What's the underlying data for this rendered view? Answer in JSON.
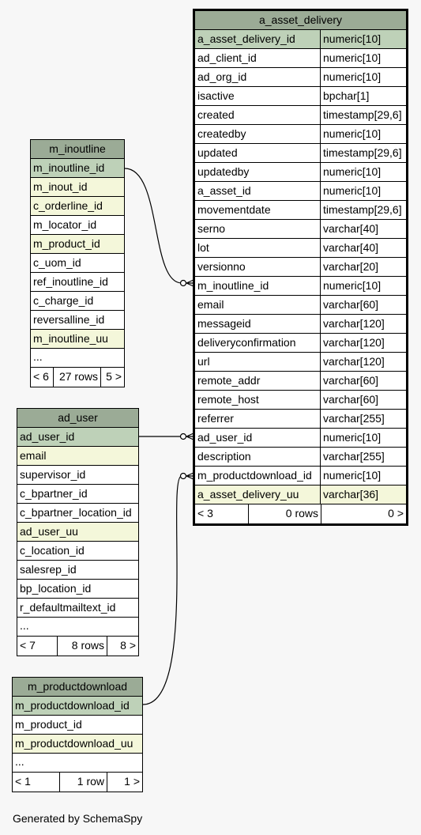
{
  "tables": {
    "a_asset_delivery": {
      "title": "a_asset_delivery",
      "columns": [
        {
          "name": "a_asset_delivery_id",
          "type": "numeric[10]",
          "kind": "pk"
        },
        {
          "name": "ad_client_id",
          "type": "numeric[10]",
          "kind": ""
        },
        {
          "name": "ad_org_id",
          "type": "numeric[10]",
          "kind": ""
        },
        {
          "name": "isactive",
          "type": "bpchar[1]",
          "kind": ""
        },
        {
          "name": "created",
          "type": "timestamp[29,6]",
          "kind": ""
        },
        {
          "name": "createdby",
          "type": "numeric[10]",
          "kind": ""
        },
        {
          "name": "updated",
          "type": "timestamp[29,6]",
          "kind": ""
        },
        {
          "name": "updatedby",
          "type": "numeric[10]",
          "kind": ""
        },
        {
          "name": "a_asset_id",
          "type": "numeric[10]",
          "kind": ""
        },
        {
          "name": "movementdate",
          "type": "timestamp[29,6]",
          "kind": ""
        },
        {
          "name": "serno",
          "type": "varchar[40]",
          "kind": ""
        },
        {
          "name": "lot",
          "type": "varchar[40]",
          "kind": ""
        },
        {
          "name": "versionno",
          "type": "varchar[20]",
          "kind": ""
        },
        {
          "name": "m_inoutline_id",
          "type": "numeric[10]",
          "kind": ""
        },
        {
          "name": "email",
          "type": "varchar[60]",
          "kind": ""
        },
        {
          "name": "messageid",
          "type": "varchar[120]",
          "kind": ""
        },
        {
          "name": "deliveryconfirmation",
          "type": "varchar[120]",
          "kind": ""
        },
        {
          "name": "url",
          "type": "varchar[120]",
          "kind": ""
        },
        {
          "name": "remote_addr",
          "type": "varchar[60]",
          "kind": ""
        },
        {
          "name": "remote_host",
          "type": "varchar[60]",
          "kind": ""
        },
        {
          "name": "referrer",
          "type": "varchar[255]",
          "kind": ""
        },
        {
          "name": "ad_user_id",
          "type": "numeric[10]",
          "kind": ""
        },
        {
          "name": "description",
          "type": "varchar[255]",
          "kind": ""
        },
        {
          "name": "m_productdownload_id",
          "type": "numeric[10]",
          "kind": ""
        },
        {
          "name": "a_asset_delivery_uu",
          "type": "varchar[36]",
          "kind": "idx"
        }
      ],
      "footer": {
        "left": "< 3",
        "mid": "0 rows",
        "right": "0 >"
      }
    },
    "m_inoutline": {
      "title": "m_inoutline",
      "columns": [
        {
          "name": "m_inoutline_id",
          "kind": "pk"
        },
        {
          "name": "m_inout_id",
          "kind": "idx"
        },
        {
          "name": "c_orderline_id",
          "kind": "idx"
        },
        {
          "name": "m_locator_id",
          "kind": ""
        },
        {
          "name": "m_product_id",
          "kind": "idx"
        },
        {
          "name": "c_uom_id",
          "kind": ""
        },
        {
          "name": "ref_inoutline_id",
          "kind": ""
        },
        {
          "name": "c_charge_id",
          "kind": ""
        },
        {
          "name": "reversalline_id",
          "kind": ""
        },
        {
          "name": "m_inoutline_uu",
          "kind": "idx"
        }
      ],
      "ellipsis": "...",
      "footer": {
        "left": "< 6",
        "mid": "27 rows",
        "right": "5 >"
      }
    },
    "ad_user": {
      "title": "ad_user",
      "columns": [
        {
          "name": "ad_user_id",
          "kind": "pk"
        },
        {
          "name": "email",
          "kind": "idx"
        },
        {
          "name": "supervisor_id",
          "kind": ""
        },
        {
          "name": "c_bpartner_id",
          "kind": ""
        },
        {
          "name": "c_bpartner_location_id",
          "kind": ""
        },
        {
          "name": "ad_user_uu",
          "kind": "idx"
        },
        {
          "name": "c_location_id",
          "kind": ""
        },
        {
          "name": "salesrep_id",
          "kind": ""
        },
        {
          "name": "bp_location_id",
          "kind": ""
        },
        {
          "name": "r_defaultmailtext_id",
          "kind": ""
        }
      ],
      "ellipsis": "...",
      "footer": {
        "left": "< 7",
        "mid": "8 rows",
        "right": "8 >"
      }
    },
    "m_productdownload": {
      "title": "m_productdownload",
      "columns": [
        {
          "name": "m_productdownload_id",
          "kind": "pk"
        },
        {
          "name": "m_product_id",
          "kind": ""
        },
        {
          "name": "m_productdownload_uu",
          "kind": "idx"
        }
      ],
      "ellipsis": "...",
      "footer": {
        "left": "< 1",
        "mid": "1 row",
        "right": "1 >"
      }
    }
  },
  "credit": "Generated by SchemaSpy"
}
